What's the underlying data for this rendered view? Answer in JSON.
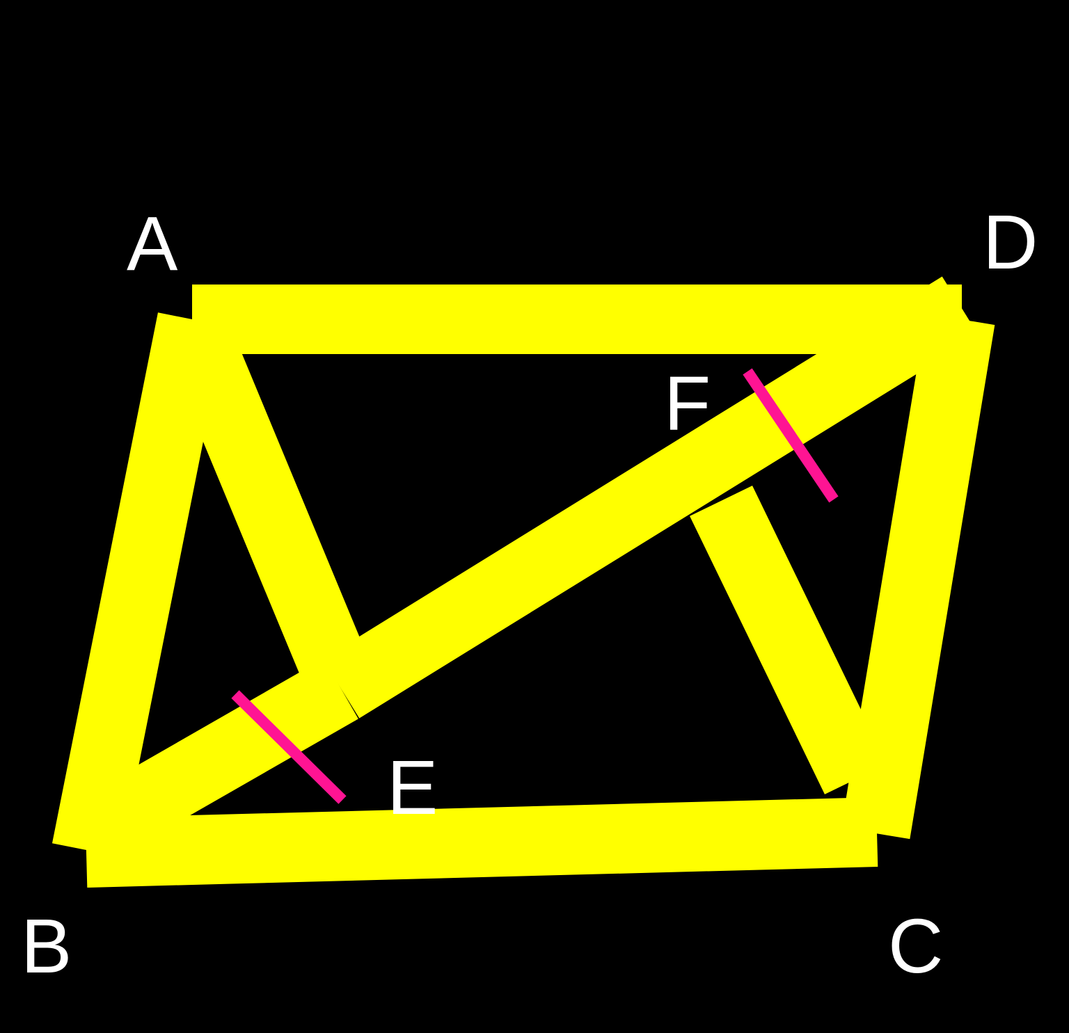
{
  "colors": {
    "background": "#000000",
    "segment": "#ffff00",
    "tick_mark": "#ff1493",
    "label": "#ffffff"
  },
  "points": {
    "A": "A",
    "B": "B",
    "C": "C",
    "D": "D",
    "E": "E",
    "F": "F"
  },
  "segments": [
    "AD",
    "AB",
    "BC",
    "CD",
    "BD",
    "AE",
    "CF"
  ],
  "tick_marks": [
    "BE",
    "FD"
  ]
}
